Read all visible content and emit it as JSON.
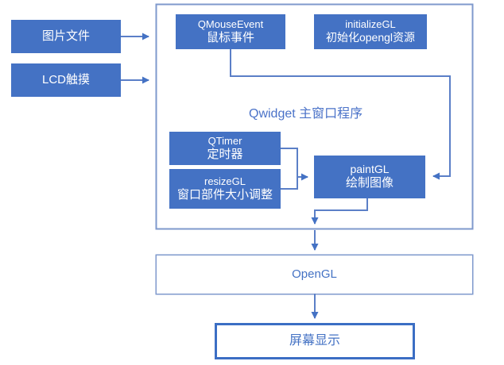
{
  "diagram": {
    "title_label": "Qwidget 主窗口程序",
    "inputs": [
      {
        "id": "image-file",
        "label": "图片文件"
      },
      {
        "id": "lcd-touch",
        "label": "LCD触摸"
      }
    ],
    "widget_nodes": [
      {
        "id": "qmouseevent",
        "line1": "QMouseEvent",
        "line2": "鼠标事件"
      },
      {
        "id": "initializegl",
        "line1": "initializeGL",
        "line2": "初始化opengl资源"
      },
      {
        "id": "qtimer",
        "line1": "QTimer",
        "line2": "定时器"
      },
      {
        "id": "resizegl",
        "line1": "resizeGL",
        "line2": "窗口部件大小调整"
      },
      {
        "id": "paintgl",
        "line1": "paintGL",
        "line2": "绘制图像"
      }
    ],
    "output_nodes": [
      {
        "id": "opengl",
        "label": "OpenGL"
      },
      {
        "id": "screen-display",
        "label": "屏幕显示"
      }
    ],
    "colors": {
      "fill_blue": "#4472c4",
      "line_blue": "#5b7fc7",
      "text_blue": "#4a72c8",
      "container_border": "#7f99cc",
      "emphasis_border": "#3b6ec4",
      "white": "#ffffff"
    }
  }
}
